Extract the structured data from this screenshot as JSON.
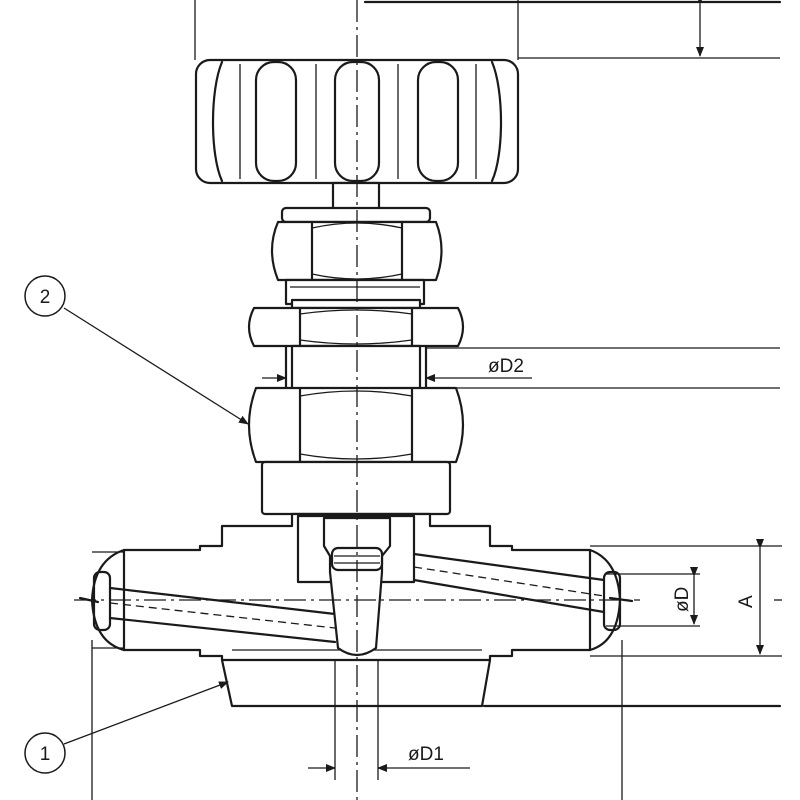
{
  "drawing": {
    "callouts": [
      {
        "id": "callout-1",
        "number": "1",
        "part": "valve-body"
      },
      {
        "id": "callout-2",
        "number": "2",
        "part": "panel-nut"
      }
    ],
    "dimensions": {
      "bore_diameter": "øD",
      "stem_diameter": "øD1",
      "thread_diameter": "øD2",
      "height": "A"
    }
  }
}
